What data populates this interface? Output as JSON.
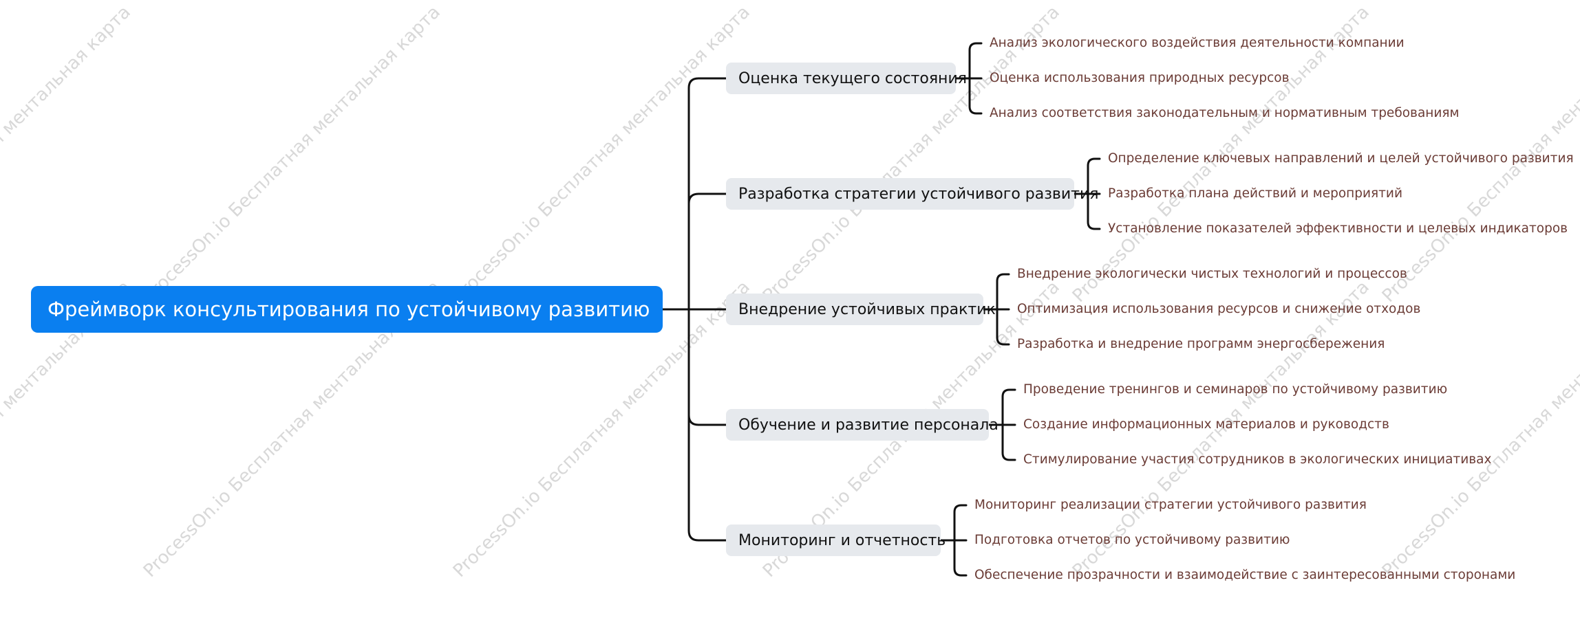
{
  "root": {
    "label": "Фреймворк консультирования по устойчивому развитию"
  },
  "branches": [
    {
      "label": "Оценка текущего состояния",
      "leaves": [
        "Анализ экологического воздействия деятельности компании",
        "Оценка использования природных ресурсов",
        "Анализ соответствия законодательным и нормативным требованиям"
      ]
    },
    {
      "label": "Разработка стратегии устойчивого развития",
      "leaves": [
        "Определение ключевых направлений и целей устойчивого развития",
        "Разработка плана действий и мероприятий",
        "Установление показателей эффективности и целевых индикаторов"
      ]
    },
    {
      "label": "Внедрение устойчивых практик",
      "leaves": [
        "Внедрение экологически чистых технологий и процессов",
        "Оптимизация использования ресурсов и снижение отходов",
        "Разработка и внедрение программ энергосбережения"
      ]
    },
    {
      "label": "Обучение и развитие персонала",
      "leaves": [
        "Проведение тренингов и семинаров по устойчивому развитию",
        "Создание информационных материалов и руководств",
        "Стимулирование участия сотрудников в экологических инициативах"
      ]
    },
    {
      "label": "Мониторинг и отчетность",
      "leaves": [
        "Мониторинг реализации стратегии устойчивого развития",
        "Подготовка отчетов по устойчивому развитию",
        "Обеспечение прозрачности и взаимодействие с заинтересованными сторонами"
      ]
    }
  ],
  "watermark": {
    "text": "ProcessOn.io Бесплатная ментальная карта"
  },
  "colors": {
    "root_bg": "#0a7ff0",
    "branch_bg": "#e6e9ed",
    "leaf_text": "#6b3c36",
    "connector": "#111111",
    "watermark": "#d8d8d8"
  }
}
